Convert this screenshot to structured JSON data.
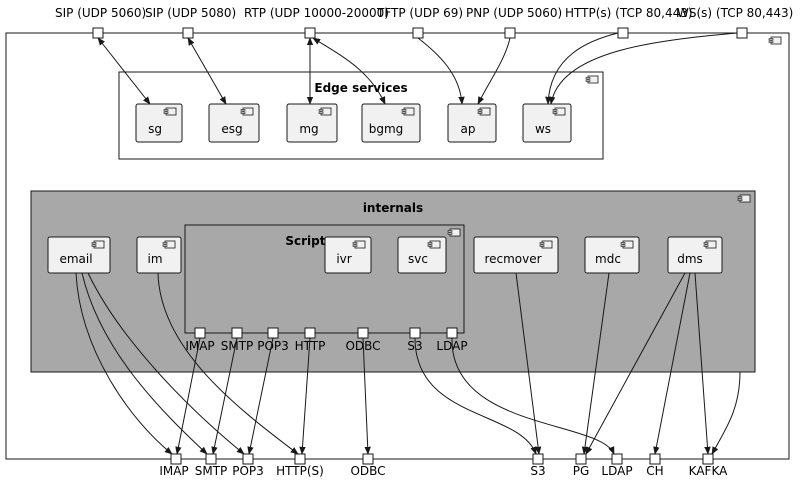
{
  "containers": {
    "edge": {
      "title": "Edge services"
    },
    "internals": {
      "title": "internals"
    },
    "scripts": {
      "title": "Scripts"
    }
  },
  "components": {
    "sg": "sg",
    "esg": "esg",
    "mg": "mg",
    "bgmg": "bgmg",
    "ap": "ap",
    "ws": "ws",
    "email": "email",
    "im": "im",
    "ivr": "ivr",
    "svc": "svc",
    "recmover": "recmover",
    "mdc": "mdc",
    "dms": "dms"
  },
  "top_ports": {
    "sip5060": "SIP (UDP 5060)",
    "sip5080": "SIP (UDP 5080)",
    "rtp": "RTP (UDP 10000-20000)",
    "tftp": "TFTP (UDP 69)",
    "pnp": "PNP (UDP 5060)",
    "http": "HTTP(s) (TCP 80,443)",
    "ws": "WS(s) (TCP 80,443)"
  },
  "script_ports": {
    "imap": "IMAP",
    "smtp": "SMTP",
    "pop3": "POP3",
    "http": "HTTP",
    "odbc": "ODBC",
    "s3": "S3",
    "ldap": "LDAP"
  },
  "bottom_ports": {
    "imap": "IMAP",
    "smtp": "SMTP",
    "pop3": "POP3",
    "https": "HTTP(S)",
    "odbc": "ODBC",
    "s3": "S3",
    "pg": "PG",
    "ldap": "LDAP",
    "ch": "CH",
    "kafka": "KAFKA"
  },
  "colors": {
    "internals_fill": "#a8a8a8",
    "component_fill": "#f1f1f1",
    "line": "#181818"
  }
}
